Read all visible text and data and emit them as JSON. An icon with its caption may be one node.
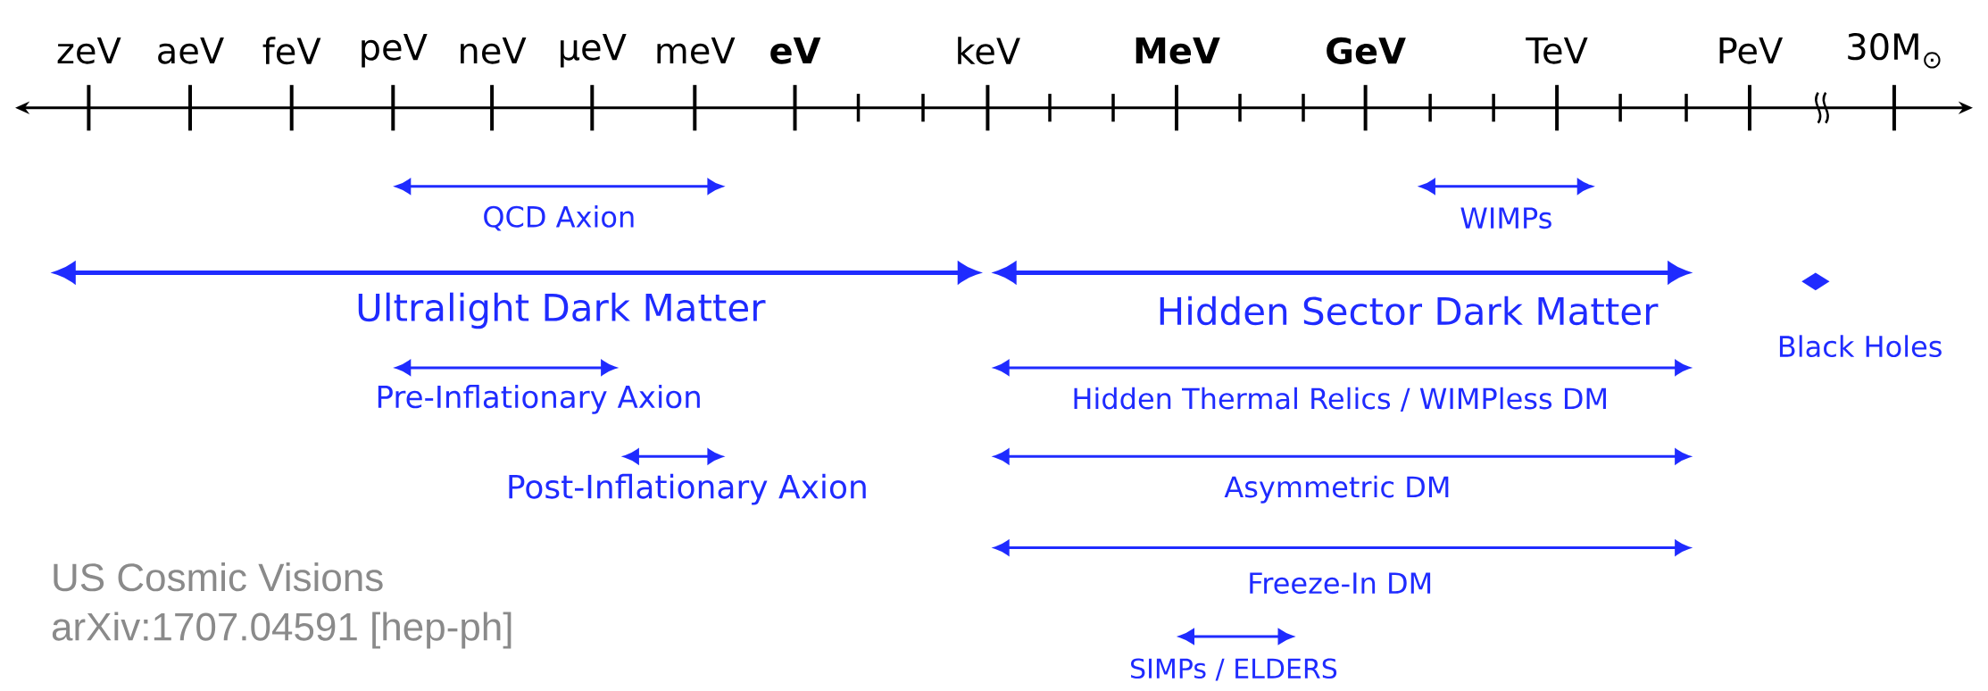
{
  "diagram": {
    "labels": [
      "zeV",
      "aeV",
      "feV",
      "peV",
      "neV",
      "μeV",
      "meV",
      "eV",
      "keV",
      "MeV",
      "GeV",
      "TeV",
      "PeV",
      "30M$_{⊙}$",
      "QCD Axion",
      "WIMPs",
      "Ultralight Dark Matter",
      "Hidden Sector Dark Matter",
      "Black Holes",
      "Pre-Inflationary Axion",
      "Hidden Thermal Relics / WIMPless DM",
      "Post-Inflationary Axion",
      "Asymmetric DM",
      "US Cosmic Visions",
      "Freeze-In DM",
      "arXiv:1707.04591 [hep-ph]",
      "SIMPs / ELDERS"
    ]
  }
}
